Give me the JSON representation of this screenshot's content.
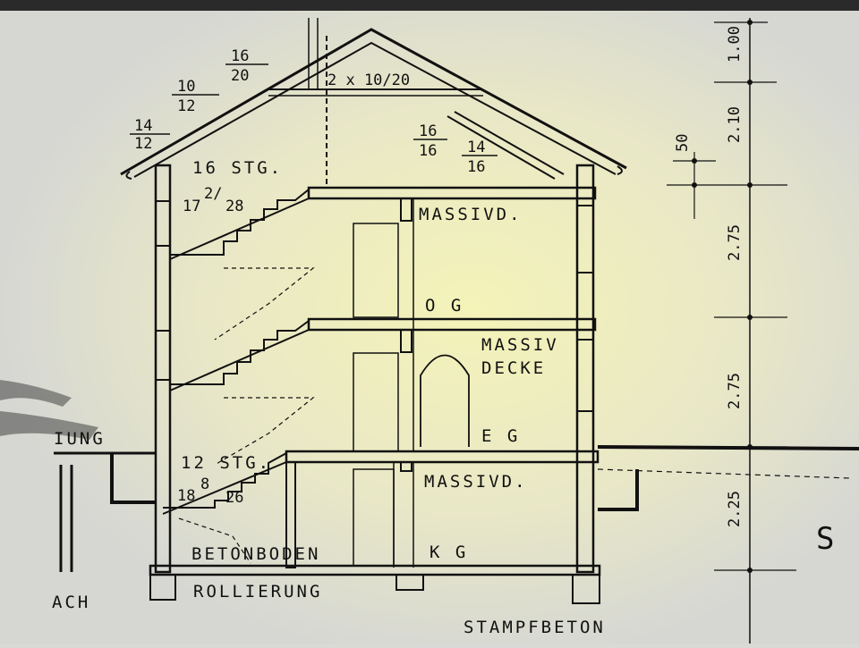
{
  "labels": {
    "stair_upper": "16 STG.",
    "stair_upper_ratio_a": "17",
    "stair_upper_ratio_b": "2/",
    "stair_upper_ratio_c": "28",
    "ceiling_top": "MASSIVD.",
    "floor_upper": "O G",
    "ceiling_mid_1": "MASSIV",
    "ceiling_mid_2": "DECKE",
    "floor_ground": "E G",
    "grade_label": "IUNG",
    "stair_lower": "12 STG.",
    "stair_lower_ratio_a": "18",
    "stair_lower_ratio_b": "8",
    "stair_lower_ratio_c": "26",
    "ceiling_basement": "MASSIVD.",
    "floor_slab": "BETONBODEN",
    "floor_basement": "K G",
    "gravel_bed": "ROLLIERUNG",
    "footing": "STAMPFBETON",
    "left_edge": "ACH",
    "right_edge": "S C"
  },
  "timber": {
    "collar_beam": "2 x 10/20",
    "rafter_num": "16",
    "rafter_den": "20",
    "purlin_num": "10",
    "purlin_den": "12",
    "eaves_num": "14",
    "eaves_den": "12",
    "king_num": "16",
    "king_den": "16",
    "strut_num": "14",
    "strut_den": "16"
  },
  "dimensions": {
    "ridge": "1.00",
    "roof": "2.10",
    "knee": "50",
    "upper_storey": "2.75",
    "ground_storey": "2.75",
    "basement": "2.25"
  }
}
